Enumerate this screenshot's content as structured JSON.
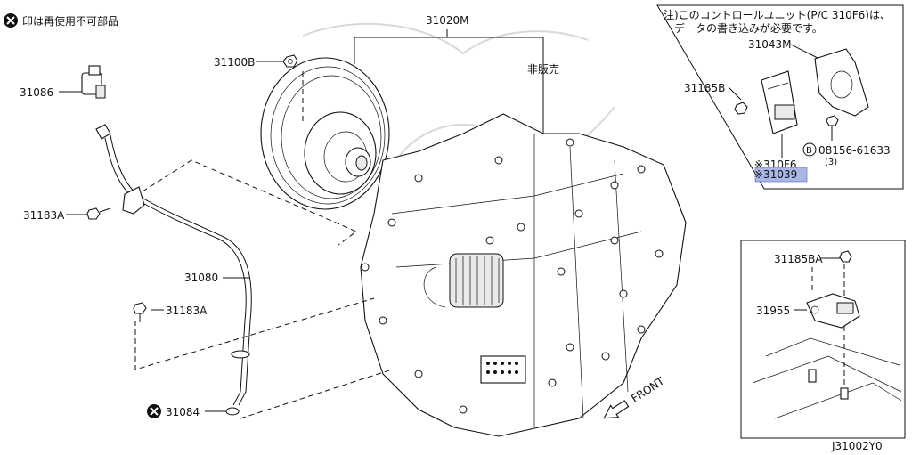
{
  "legend": {
    "note_text": "印は再使用不可部品",
    "icon": "x-circle-icon"
  },
  "callouts": {
    "p31020M": "31020M",
    "not_for_sale": "非販売",
    "p31100B": "31100B",
    "p31086": "31086",
    "p31183A_top": "31183A",
    "p31080": "31080",
    "p31183A_bottom": "31183A",
    "p31084": "31084",
    "front": "FRONT"
  },
  "inset_top": {
    "note_line1": "注)このコントロールユニット(P/C 310F6)は、",
    "note_line2": "データの書き込みが必要です。",
    "p31043M": "31043M",
    "p31185B": "31185B",
    "p310F6": "※310F6",
    "p31039": "※31039",
    "bolt_ref": "08156-61633",
    "bolt_qty": "(3)",
    "bolt_badge": "B",
    "highlight_color": "#a9b6e6"
  },
  "inset_bottom": {
    "p31185BA": "31185BA",
    "p31955": "31955"
  },
  "diagram_code": "J31002Y0"
}
